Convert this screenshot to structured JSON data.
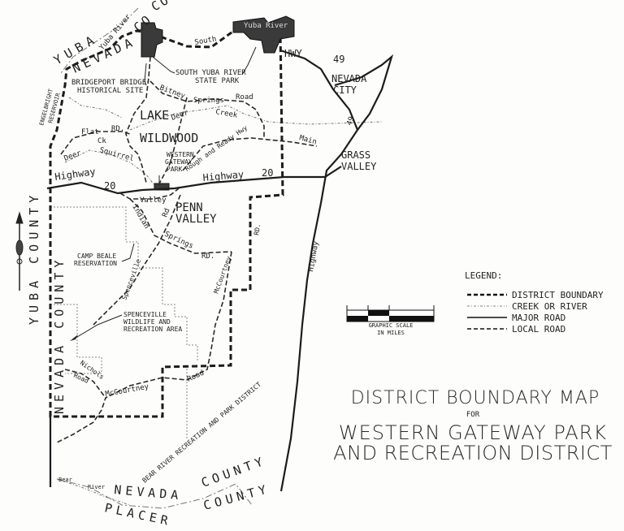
{
  "colors": {
    "ink": "#1c1c1c",
    "paper": "#fdfdfb",
    "park_fill": "#3a3a3a"
  },
  "map": {
    "counties": {
      "yuba_top": "YUBA",
      "nevada_top": "NEVADA",
      "co_top": "CO",
      "co_top2": "CO",
      "yuba_county_side": "YUBA COUNTY",
      "nevada_county_side": "NEVADA COUNTY",
      "nevada_county_bottom": "NEVADA",
      "county_bottom": "COUNTY",
      "placer_county_bottom": "PLACER",
      "county_bottom2": "COUNTY"
    },
    "places": {
      "lake": "LAKE",
      "wildwood": "WILDWOOD",
      "penn": "PENN",
      "valley": "VALLEY",
      "nevada_city_1": "NEVADA",
      "nevada_city_2": "CITY",
      "grass_valley_1": "GRASS",
      "grass_valley_2": "VALLEY",
      "hwy": "HWY",
      "hwy_49": "49"
    },
    "callouts": {
      "south_yuba_1": "SOUTH YUBA RIVER",
      "south_yuba_2": "STATE PARK",
      "bridgeport_1": "BRIDGEPORT BRIDGE",
      "bridgeport_2": "HISTORICAL SITE",
      "western_1": "WESTERN",
      "western_2": "GATEWAY",
      "western_3": "PARK",
      "camp_beale_1": "CAMP BEALE",
      "camp_beale_2": "RESERVATION",
      "spenceville_1": "SPENCEVILLE",
      "spenceville_2": "WILDLIFE AND",
      "spenceville_3": "RECREATION AREA",
      "englebright_1": "ENGELBRIGHT",
      "englebright_2": "RESERVOIR",
      "bear_river_district": "BEAR RIVER RECREATION AND PARK DISTRICT"
    },
    "roads": {
      "highway_left": "Highway",
      "twenty_left": "20",
      "highway_right": "Highway",
      "twenty_right": "20",
      "yuba_river": "Yuba River",
      "south": "South",
      "yuba_river_park": "Yuba River",
      "bitney": "Bitney",
      "springs": "Springs",
      "road": "Road",
      "deer_creek_1": "Deer",
      "creek": "Creek",
      "flat": "Flat",
      "rd": "RD.",
      "ck": "Ck",
      "deer2": "Deer",
      "squirrel": "Squirrel",
      "rough_ready": "Rough and Ready Hwy",
      "pleasant_valley": "Valley",
      "indian": "Indian",
      "indian_rd": "Rd",
      "springs2": "Springs",
      "rd2": "RD.",
      "mccourtney_v": "McCourtney",
      "mccourtney": "McCourtney",
      "road2": "Road",
      "nichols": "Nichols",
      "road3": "Road",
      "spenceville_rd": "Spenceville",
      "rd3": "RD.",
      "highway_49": "Highway",
      "bear": "Bear",
      "river": "River",
      "hwy49_label": "49",
      "main": "Main"
    }
  },
  "legend": {
    "title": "LEGEND:",
    "items": [
      {
        "label": "DISTRICT BOUNDARY",
        "style": "boundary"
      },
      {
        "label": "CREEK OR RIVER",
        "style": "creek"
      },
      {
        "label": "MAJOR ROAD",
        "style": "major"
      },
      {
        "label": "LOCAL ROAD",
        "style": "local"
      }
    ]
  },
  "scale": {
    "line1": "GRAPHIC SCALE",
    "line2": "IN MILES"
  },
  "title": {
    "line1": "DISTRICT BOUNDARY MAP",
    "for": "FOR",
    "line2": "WESTERN GATEWAY PARK",
    "line3": "AND RECREATION DISTRICT"
  }
}
